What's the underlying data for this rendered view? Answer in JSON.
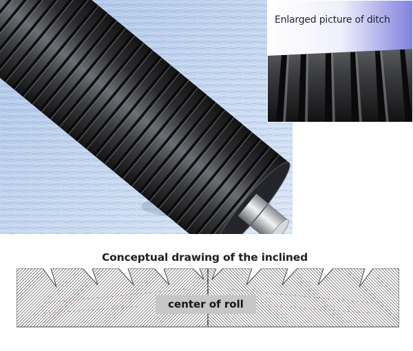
{
  "inset": {
    "title": "Enlarged picture of ditch"
  },
  "diagram": {
    "title": "Conceptual drawing of the inclined",
    "center_label": "center of roll"
  }
}
